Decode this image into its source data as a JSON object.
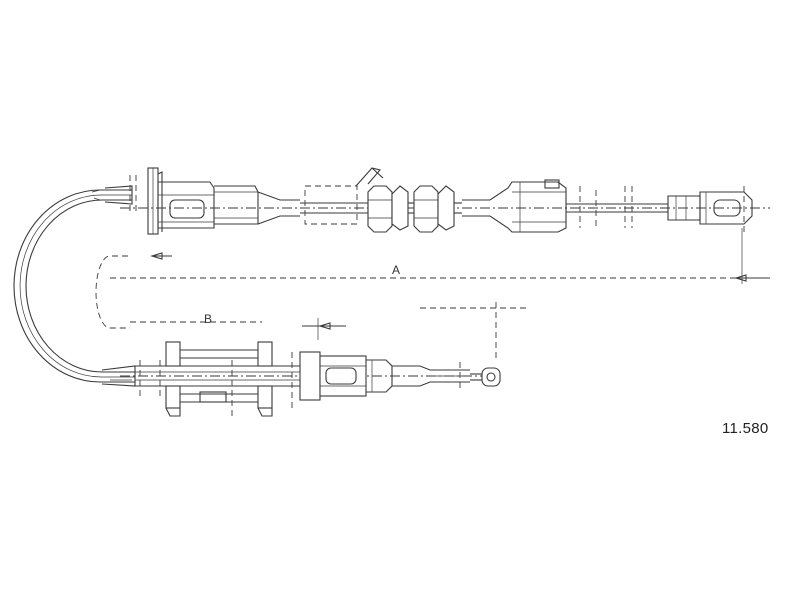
{
  "diagram": {
    "dimension_labels": {
      "a": "A",
      "b": "B"
    },
    "part_number": "11.580",
    "line_color": "#3a3a3a"
  }
}
